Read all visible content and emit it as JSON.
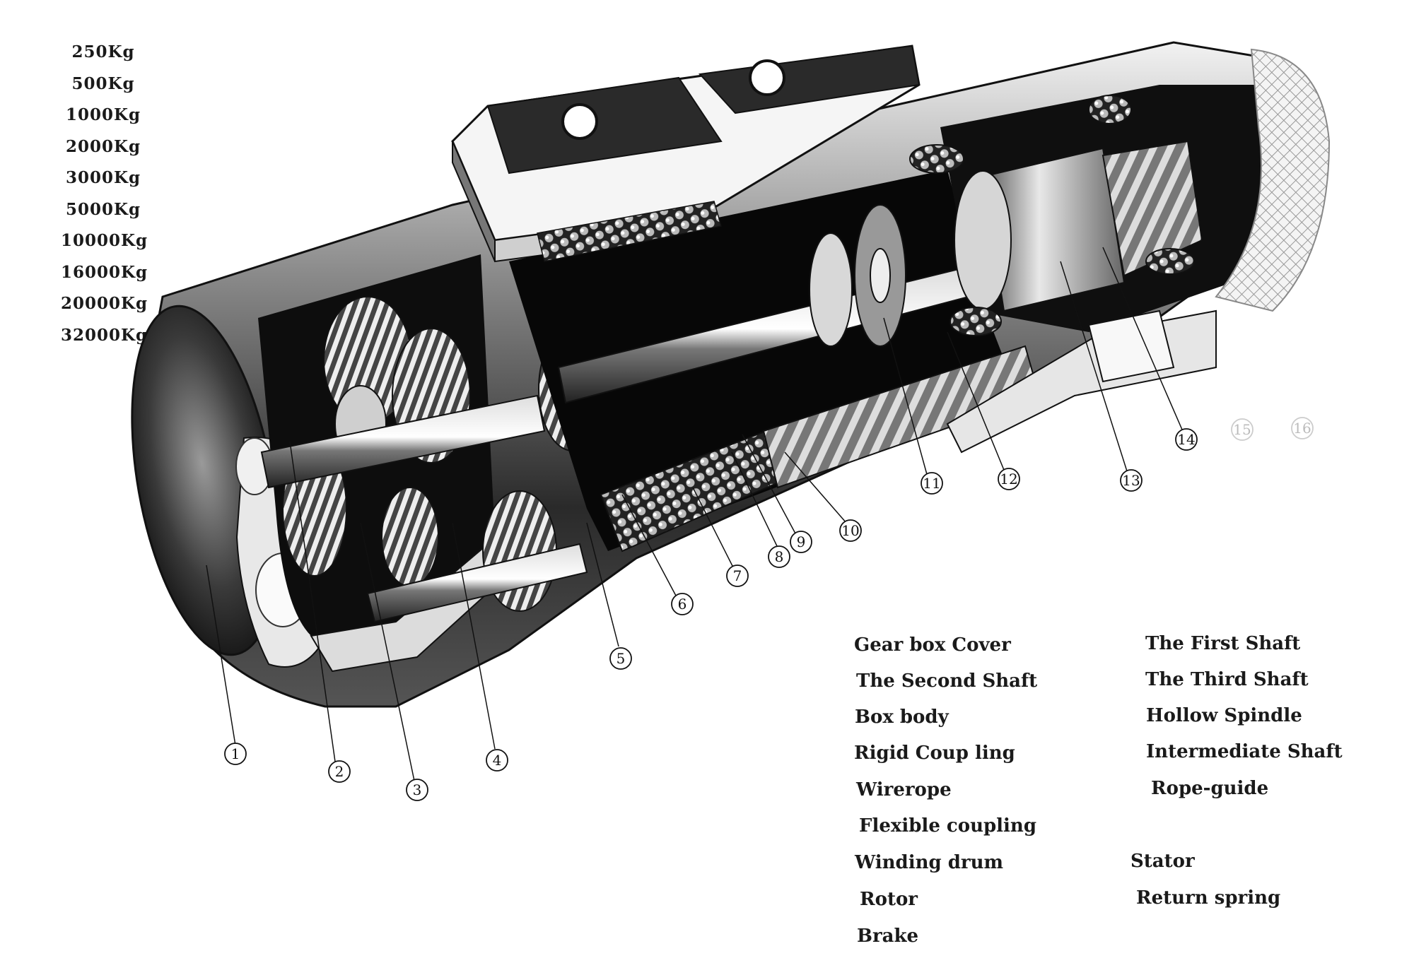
{
  "capacities": [
    "250Kg",
    "500Kg",
    "1000Kg",
    "2000Kg",
    "3000Kg",
    "5000Kg",
    "10000Kg",
    "16000Kg",
    "20000Kg",
    "32000Kg"
  ],
  "callouts": [
    "1",
    "2",
    "3",
    "4",
    "5",
    "6",
    "7",
    "8",
    "9",
    "10",
    "11",
    "12",
    "13",
    "14",
    "15",
    "16"
  ],
  "legend_left": [
    "Gear box Cover",
    "The Second Shaft",
    "Box body",
    "Rigid Coup ling",
    "Wirerope",
    "Flexible coupling",
    "Winding drum",
    "Rotor",
    "Brake"
  ],
  "legend_right": [
    "The First Shaft",
    "The Third Shaft",
    "Hollow Spindle",
    "Intermediate Shaft",
    "Rope-guide",
    "Stator",
    "Return spring"
  ],
  "colors": {
    "ink": "#1a1a1a",
    "metal_dark": "#111111",
    "metal_light": "#e6e6e6",
    "faded": "#bbbbbb"
  }
}
